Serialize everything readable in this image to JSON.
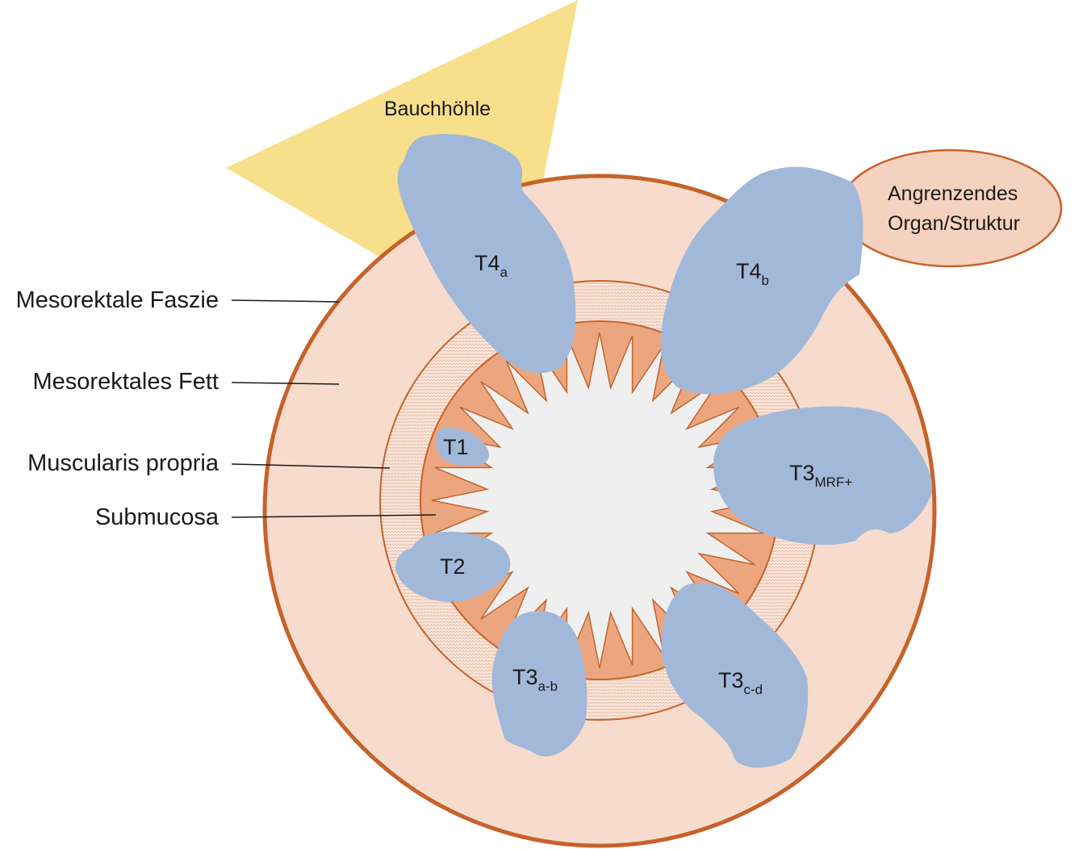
{
  "colors": {
    "fat": "#f7dccd",
    "fascia": "#c6622a",
    "muscularis": "#fbe7dd",
    "submucosa": "#eba67f",
    "lumen": "#efefef",
    "tumor": "#a2b8d8",
    "abdomen": "#f8df8b",
    "organ": "#f5d2bf"
  },
  "labels": {
    "mesorectal_fascia": "Mesorektale Faszie",
    "mesorectal_fat": "Mesorektales Fett",
    "muscularis_propria": "Muscularis propria",
    "submucosa": "Submucosa",
    "abdomen": "Bauchhöhle",
    "organ_line1": "Angrenzendes",
    "organ_line2": "Organ/Struktur"
  },
  "tumors": [
    {
      "main": "T4",
      "sub": "a"
    },
    {
      "main": "T4",
      "sub": "b"
    },
    {
      "main": "T3",
      "sub": "MRF+"
    },
    {
      "main": "T3",
      "sub": "c-d"
    },
    {
      "main": "T3",
      "sub": "a-b"
    },
    {
      "main": "T2",
      "sub": ""
    },
    {
      "main": "T1",
      "sub": ""
    }
  ]
}
